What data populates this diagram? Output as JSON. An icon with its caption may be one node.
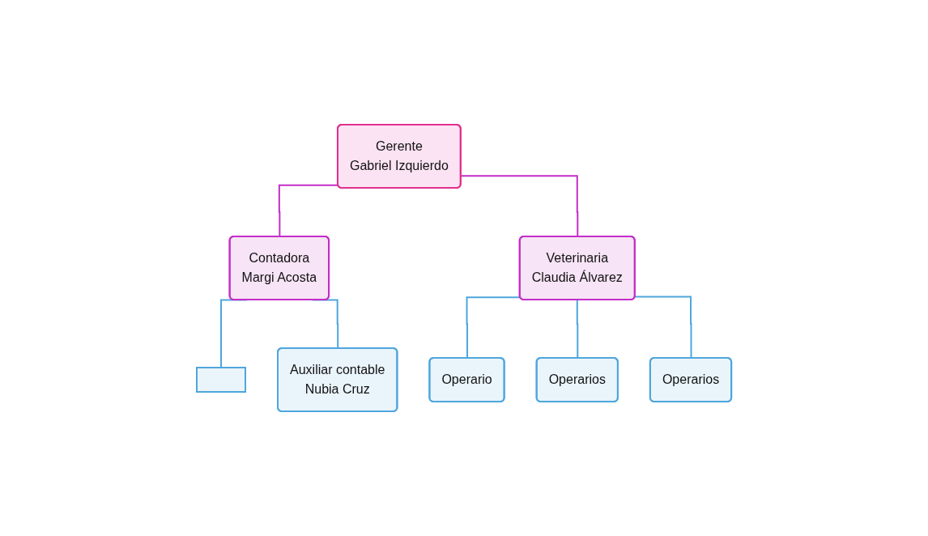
{
  "diagram": {
    "nodes": [
      {
        "text": [
          "Gerente",
          "Gabriel Izquierdo"
        ]
      },
      {
        "text": [
          "Contadora",
          "Margi Acosta"
        ]
      },
      {
        "text": [
          "Veterinaria",
          "Claudia Álvarez"
        ]
      },
      {
        "text": [],
        "shape": "box"
      },
      {
        "text": [
          "Auxiliar contable",
          "Nubia Cruz"
        ]
      },
      {
        "text": [
          "Operario"
        ]
      },
      {
        "text": [
          "Operarios"
        ]
      },
      {
        "text": [
          "Operarios"
        ]
      }
    ],
    "edges": [
      {
        "from": 0,
        "to": 1,
        "arrow": "none",
        "color": "#c42ec8"
      },
      {
        "from": 0,
        "to": 2,
        "arrow": "none",
        "color": "#c42ec8"
      },
      {
        "from": 1,
        "to": 3,
        "arrow": "none"
      },
      {
        "from": 1,
        "to": 4,
        "arrow": "none"
      },
      {
        "from": 2,
        "to": 5,
        "arrow": "none"
      },
      {
        "from": 2,
        "to": 6,
        "arrow": "none"
      },
      {
        "from": 2,
        "to": 7,
        "arrow": "none"
      }
    ]
  }
}
